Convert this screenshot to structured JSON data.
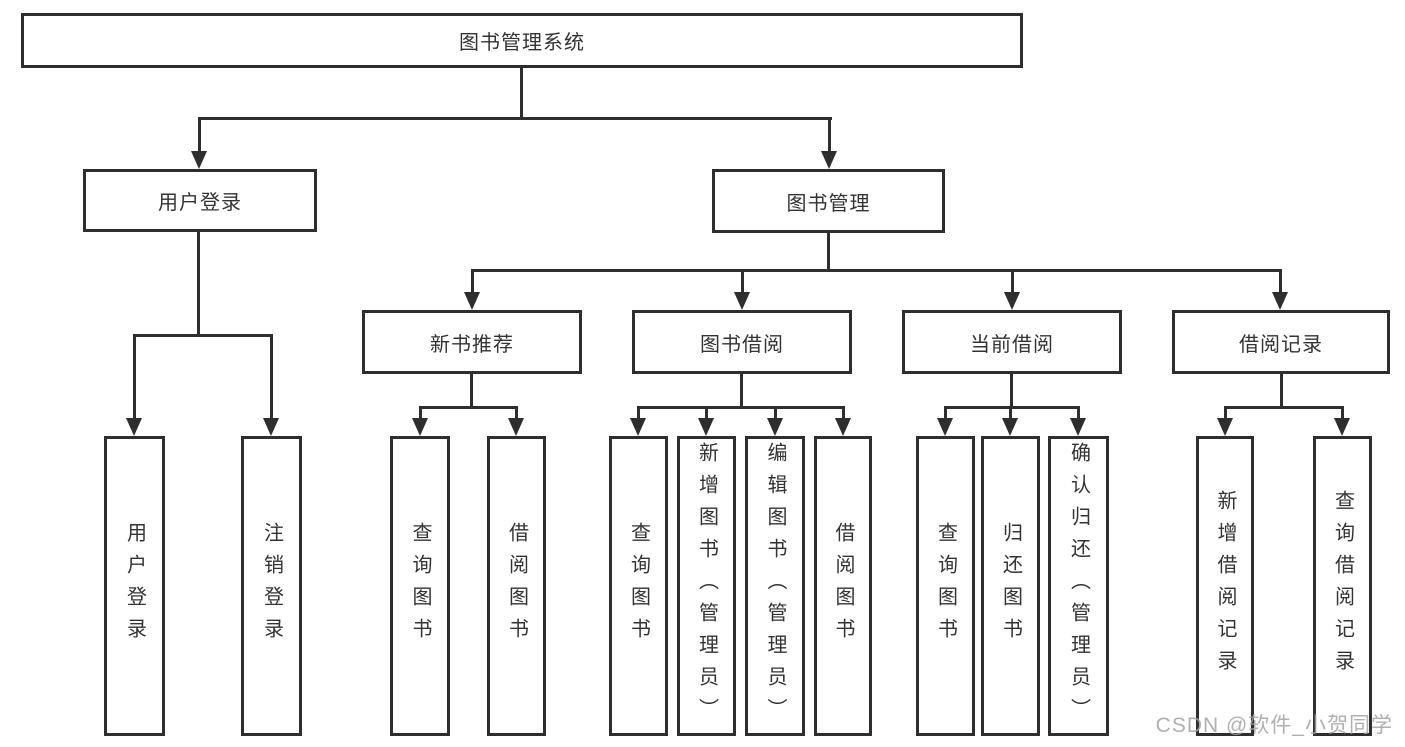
{
  "diagram": {
    "type": "hierarchy-tree",
    "root": {
      "label": "图书管理系统"
    },
    "level2": [
      {
        "label": "用户登录",
        "parent": "图书管理系统"
      },
      {
        "label": "图书管理",
        "parent": "图书管理系统"
      }
    ],
    "level3": [
      {
        "label": "新书推荐",
        "parent": "图书管理"
      },
      {
        "label": "图书借阅",
        "parent": "图书管理"
      },
      {
        "label": "当前借阅",
        "parent": "图书管理"
      },
      {
        "label": "借阅记录",
        "parent": "图书管理"
      }
    ],
    "leaves": [
      {
        "label": "用户登录",
        "parent": "用户登录"
      },
      {
        "label": "注销登录",
        "parent": "用户登录"
      },
      {
        "label": "查询图书",
        "parent": "新书推荐"
      },
      {
        "label": "借阅图书",
        "parent": "新书推荐"
      },
      {
        "label": "查询图书",
        "parent": "图书借阅"
      },
      {
        "label": "新增图书（管理员）",
        "parent": "图书借阅"
      },
      {
        "label": "编辑图书（管理员）",
        "parent": "图书借阅"
      },
      {
        "label": "借阅图书",
        "parent": "图书借阅"
      },
      {
        "label": "查询图书",
        "parent": "当前借阅"
      },
      {
        "label": "归还图书",
        "parent": "当前借阅"
      },
      {
        "label": "确认归还（管理员）",
        "parent": "当前借阅"
      },
      {
        "label": "新增借阅记录",
        "parent": "借阅记录"
      },
      {
        "label": "查询借阅记录",
        "parent": "借阅记录"
      }
    ]
  },
  "watermark": {
    "text": "CSDN @软件_小贺同学"
  },
  "colors": {
    "line": "#2e2e2e",
    "text": "#333333",
    "background": "#ffffff",
    "watermark": "#a2a2a2"
  }
}
